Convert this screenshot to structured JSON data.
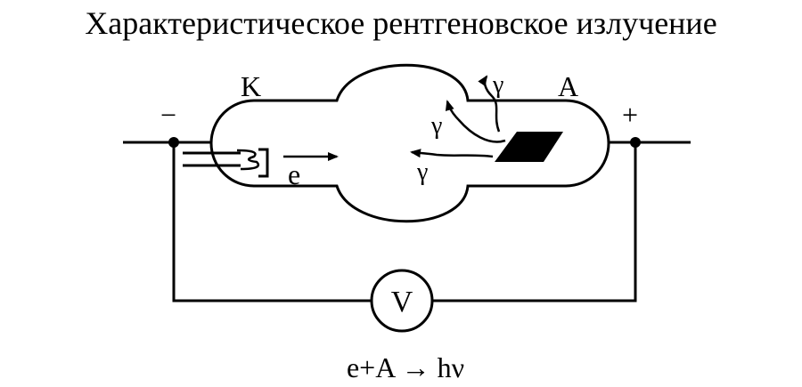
{
  "title": "Характеристическое рентгеновское излучение",
  "labels": {
    "cathode": "K",
    "anode": "A",
    "minus": "−",
    "plus": "+",
    "electron": "e",
    "voltmeter": "V",
    "gamma": "γ"
  },
  "equation": "e+A → hν"
}
